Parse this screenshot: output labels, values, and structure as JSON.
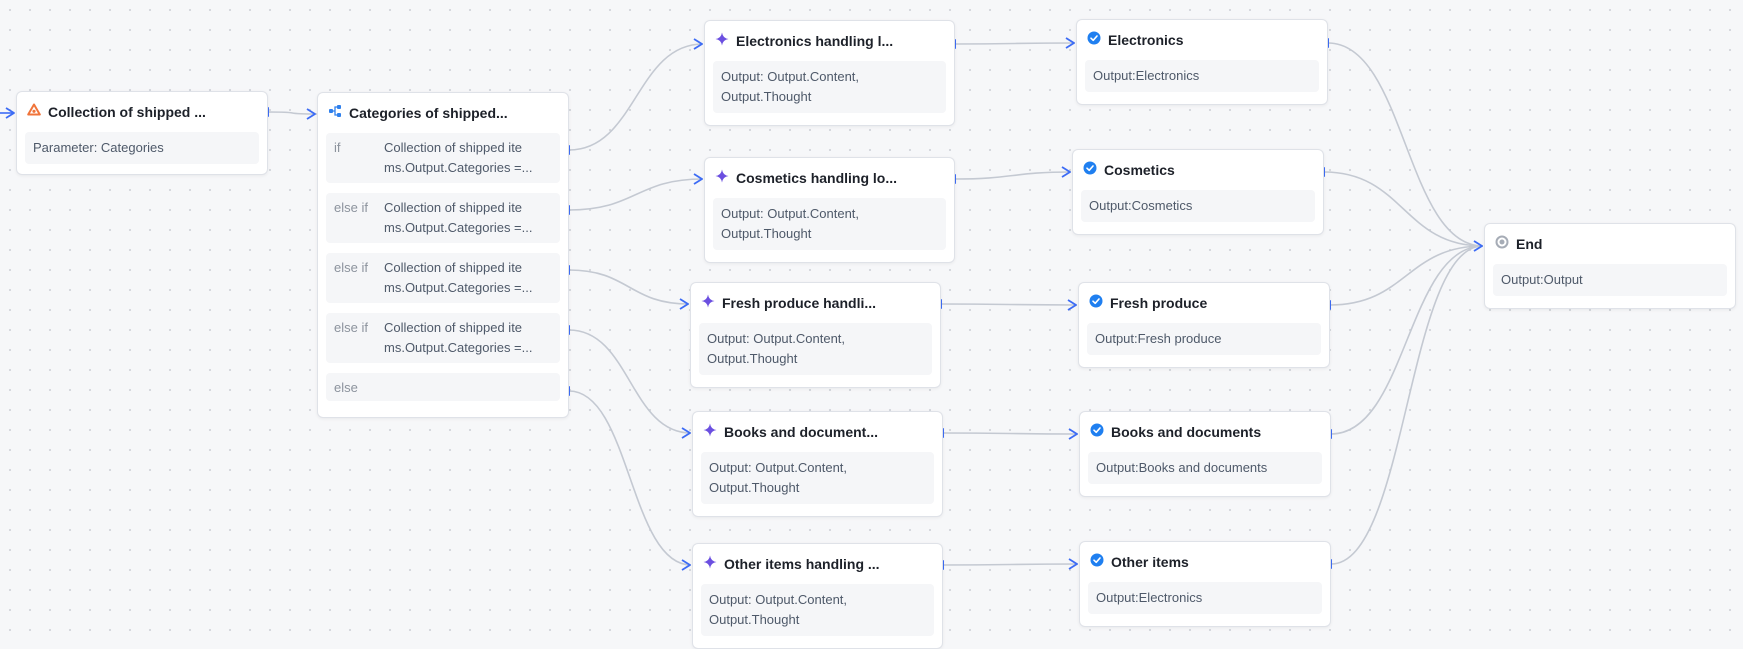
{
  "colors": {
    "edge": "#c4c9d2",
    "port": "#3d6cf5",
    "llm": "#6b4fe0",
    "branch": "#2f80ed",
    "start": "#f0743a",
    "check": "#1f7ff0",
    "end": "#a6acb6"
  },
  "start": {
    "title": "Collection of shipped ...",
    "param": "Parameter: Categories",
    "icon": "start-icon"
  },
  "branch": {
    "title": "Categories of shipped...",
    "icon": "branch-icon",
    "conditions": [
      {
        "kw": "if",
        "line1": "Collection of shipped ite",
        "line2": "ms.Output.Categories =..."
      },
      {
        "kw": "else if",
        "line1": "Collection of shipped ite",
        "line2": "ms.Output.Categories =..."
      },
      {
        "kw": "else if",
        "line1": "Collection of shipped ite",
        "line2": "ms.Output.Categories =..."
      },
      {
        "kw": "else if",
        "line1": "Collection of shipped ite",
        "line2": "ms.Output.Categories =..."
      },
      {
        "kw": "else",
        "line1": "",
        "line2": ""
      }
    ]
  },
  "llm_nodes": [
    {
      "title": "Electronics handling l...",
      "out1": "Output: Output.Content,",
      "out2": "Output.Thought"
    },
    {
      "title": "Cosmetics handling lo...",
      "out1": "Output: Output.Content,",
      "out2": "Output.Thought"
    },
    {
      "title": "Fresh produce handli...",
      "out1": "Output: Output.Content,",
      "out2": "Output.Thought"
    },
    {
      "title": "Books and document...",
      "out1": "Output: Output.Content,",
      "out2": "Output.Thought"
    },
    {
      "title": "Other items handling ...",
      "out1": "Output: Output.Content,",
      "out2": "Output.Thought"
    }
  ],
  "output_nodes": [
    {
      "title": "Electronics",
      "output": "Output:Electronics"
    },
    {
      "title": "Cosmetics",
      "output": "Output:Cosmetics"
    },
    {
      "title": "Fresh produce",
      "output": "Output:Fresh produce"
    },
    {
      "title": "Books and documents",
      "output": "Output:Books and documents"
    },
    {
      "title": "Other items",
      "output": "Output:Electronics"
    }
  ],
  "end": {
    "title": "End",
    "output": "Output:Output"
  }
}
